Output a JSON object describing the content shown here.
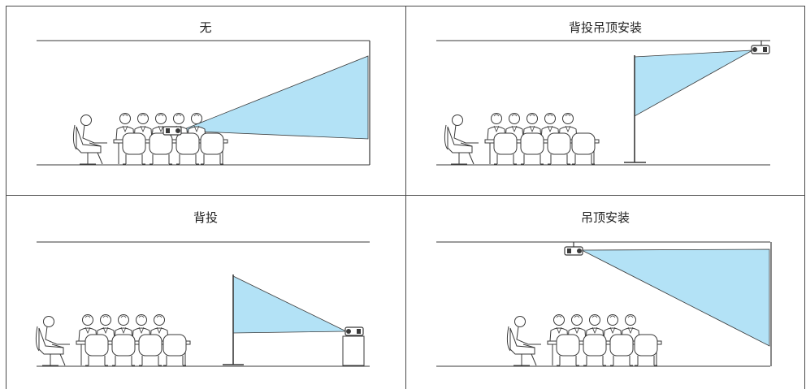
{
  "panels": [
    {
      "title": "无"
    },
    {
      "title": "背投吊顶安装"
    },
    {
      "title": "背投"
    },
    {
      "title": "吊顶安装"
    }
  ],
  "colors": {
    "light_beam": "#b3e2f6",
    "outline": "#3a3a3a",
    "frame": "#4a4a4a"
  }
}
